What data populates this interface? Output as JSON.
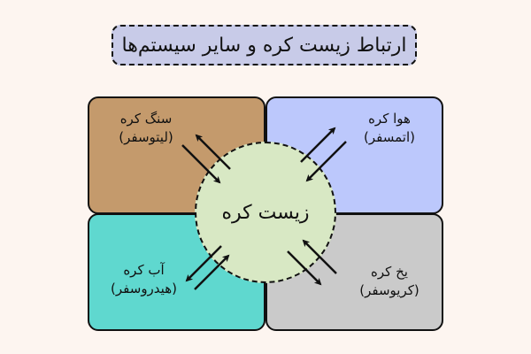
{
  "title": "ارتباط زیست کره و سایر سیستم‌ها",
  "center": {
    "label": "زیست کره",
    "color": "#d8e8c4"
  },
  "quadrants": [
    {
      "name": "سنگ کره",
      "sub": "(لیتوسفر)",
      "color": "#c49a6c"
    },
    {
      "name": "هوا کره",
      "sub": "(اتمسفر)",
      "color": "#bcc8fc"
    },
    {
      "name": "آب کره",
      "sub": "(هیدروسفر)",
      "color": "#5fd8cf"
    },
    {
      "name": "یخ کره",
      "sub": "(کریوسفر)",
      "color": "#cacaca"
    }
  ],
  "title_color": "#c8cbe8",
  "background": "#fdf5f0"
}
